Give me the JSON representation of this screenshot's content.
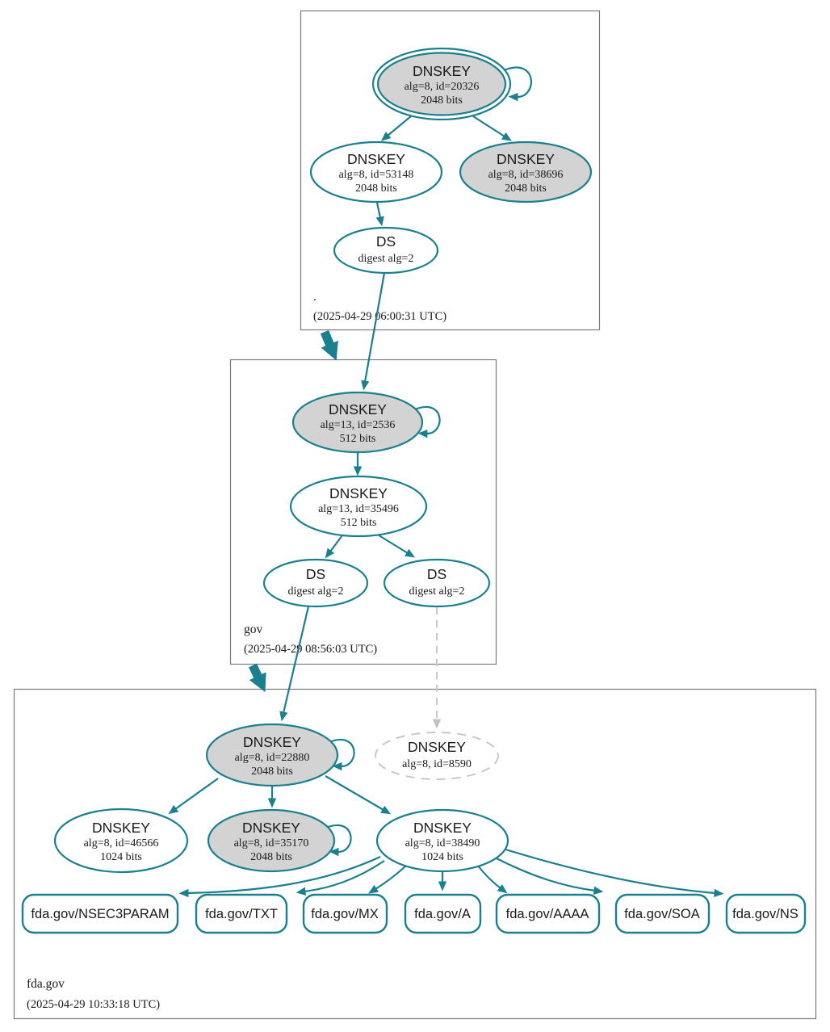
{
  "diagram": {
    "colors": {
      "edge_secure": "#1a7f8e",
      "node_fill_signing": "#d3d3d3",
      "node_fill_plain": "#ffffff",
      "missing_gray": "#c8c8c8",
      "zone_box_border": "#7a7a7a"
    },
    "root": {
      "zone_label": ".",
      "timestamp": "(2025-04-29 06:00:31 UTC)",
      "ksk": {
        "title": "DNSKEY",
        "alg": "alg=8, id=20326",
        "bits": "2048 bits"
      },
      "zsk": {
        "title": "DNSKEY",
        "alg": "alg=8, id=53148",
        "bits": "2048 bits"
      },
      "key38696": {
        "title": "DNSKEY",
        "alg": "alg=8, id=38696",
        "bits": "2048 bits"
      },
      "ds": {
        "title": "DS",
        "digest": "digest alg=2"
      }
    },
    "gov": {
      "zone_label": "gov",
      "timestamp": "(2025-04-29 08:56:03 UTC)",
      "ksk": {
        "title": "DNSKEY",
        "alg": "alg=13, id=2536",
        "bits": "512 bits"
      },
      "zsk": {
        "title": "DNSKEY",
        "alg": "alg=13, id=35496",
        "bits": "512 bits"
      },
      "ds_left": {
        "title": "DS",
        "digest": "digest alg=2"
      },
      "ds_right": {
        "title": "DS",
        "digest": "digest alg=2"
      }
    },
    "fda": {
      "zone_label": "fda.gov",
      "timestamp": "(2025-04-29 10:33:18 UTC)",
      "ksk": {
        "title": "DNSKEY",
        "alg": "alg=8, id=22880",
        "bits": "2048 bits"
      },
      "missing_key": {
        "title": "DNSKEY",
        "alg": "alg=8, id=8590"
      },
      "key46566": {
        "title": "DNSKEY",
        "alg": "alg=8, id=46566",
        "bits": "1024 bits"
      },
      "key35170": {
        "title": "DNSKEY",
        "alg": "alg=8, id=35170",
        "bits": "2048 bits"
      },
      "zsk": {
        "title": "DNSKEY",
        "alg": "alg=8, id=38490",
        "bits": "1024 bits"
      },
      "rrsets": {
        "nsec3param": "fda.gov/NSEC3PARAM",
        "txt": "fda.gov/TXT",
        "mx": "fda.gov/MX",
        "a": "fda.gov/A",
        "aaaa": "fda.gov/AAAA",
        "soa": "fda.gov/SOA",
        "ns": "fda.gov/NS"
      }
    }
  }
}
